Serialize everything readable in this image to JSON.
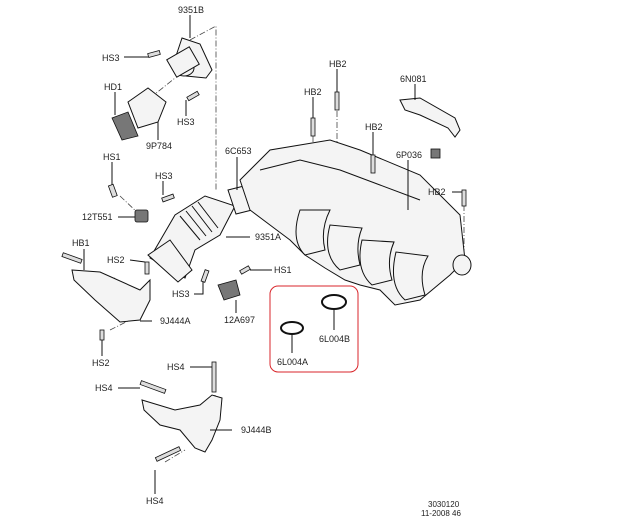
{
  "diagram": {
    "part_labels": {
      "p9351B": "9351B",
      "hs3_top": "HS3",
      "hd1": "HD1",
      "p9P784": "9P784",
      "hs3_mid": "HS3",
      "hb2_a": "HB2",
      "hb2_b": "HB2",
      "hb2_c": "HB2",
      "hb2_d": "HB2",
      "p6N081": "6N081",
      "p6P036": "6P036",
      "hs1_left": "HS1",
      "hs3_left": "HS3",
      "p6C653": "6C653",
      "p12T551": "12T551",
      "p9351A": "9351A",
      "hb1": "HB1",
      "hs2_top": "HS2",
      "hs1_right": "HS1",
      "hs3_low": "HS3",
      "p12A697": "12A697",
      "p9J444A": "9J444A",
      "hs2_bottom": "HS2",
      "p6L004A": "6L004A",
      "p6L004B": "6L004B",
      "hs4_top": "HS4",
      "hs4_left": "HS4",
      "p9J444B": "9J444B",
      "hs4_bottom": "HS4"
    },
    "highlight_color": "#d9262b",
    "footer": {
      "drawing_number": "3030120",
      "date_code": "11-2008 46"
    }
  }
}
